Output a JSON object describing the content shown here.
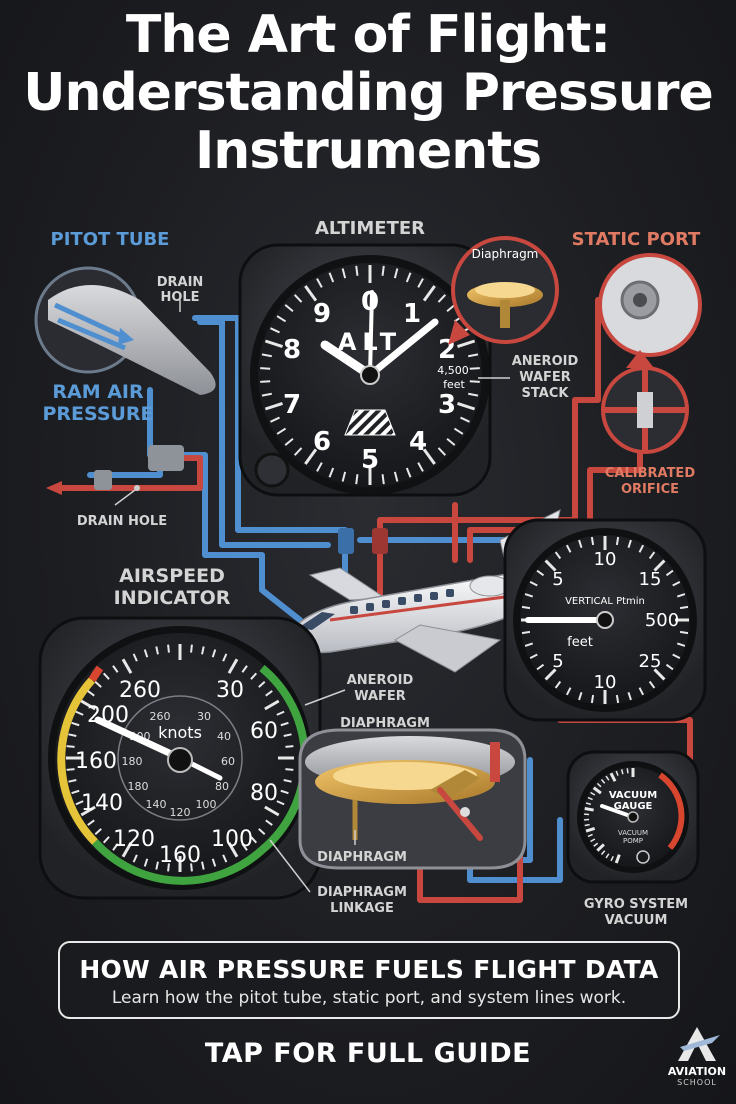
{
  "title": {
    "line1": "The Art of Flight:",
    "line2": "Understanding Pressure",
    "line3": "Instruments"
  },
  "labels": {
    "pitot_tube": "PITOT TUBE",
    "altimeter": "ALTIMETER",
    "static_port": "STATIC PORT",
    "drain_hole_top_1": "DRAIN",
    "drain_hole_top_2": "HOLE",
    "ram_air_1": "RAM AIR",
    "ram_air_2": "PRESSURE",
    "drain_hole_bottom": "DRAIN HOLE",
    "diaphragm_inset": "Diaphragm",
    "aneroid_wafer_stack_1": "ANEROID",
    "aneroid_wafer_stack_2": "WAFER",
    "aneroid_wafer_stack_3": "STACK",
    "calibrated_orifice_1": "CALIBRATED",
    "calibrated_orifice_2": "ORIFICE",
    "airspeed_indicator_1": "AIRSPEED",
    "airspeed_indicator_2": "INDICATOR",
    "aneroid_wafer_1": "ANEROID",
    "aneroid_wafer_2": "WAFER",
    "diaphragm_upper": "DIAPHRAGM",
    "diaphragm_lower": "DIAPHRAGM",
    "diaphragm_linkage_1": "DIAPHRAGM",
    "diaphragm_linkage_2": "LINKAGE",
    "gyro_system_1": "GYRO SYSTEM",
    "gyro_system_2": "VACUUM"
  },
  "altimeter": {
    "dial_numbers": [
      "0",
      "1",
      "2",
      "3",
      "4",
      "5",
      "6",
      "7",
      "8",
      "9"
    ],
    "face_text": "ALT",
    "readout_value": "4,500",
    "readout_unit": "feet"
  },
  "airspeed": {
    "outer_numbers": [
      "260",
      "30",
      "60",
      "80",
      "100",
      "160",
      "120",
      "140",
      "160",
      "200"
    ],
    "inner_numbers": [
      "260",
      "30",
      "40",
      "60",
      "80",
      "100",
      "120",
      "140",
      "180",
      "180",
      "200"
    ],
    "unit": "knots"
  },
  "vsi": {
    "numbers": [
      "10",
      "15",
      "500",
      "25",
      "10",
      "5",
      "5"
    ],
    "title": "VERTICAL Ptmin",
    "unit": "feet"
  },
  "vacuum": {
    "label_1": "VACUUM",
    "label_2": "GAUGE",
    "label_3": "VACUUM",
    "label_4": "POMP"
  },
  "banner": {
    "heading": "HOW AIR PRESSURE FUELS FLIGHT DATA",
    "subtext": "Learn how the pitot tube, static port, and system lines work."
  },
  "cta": "TAP FOR FULL GUIDE",
  "logo": {
    "name": "AVIATION",
    "sub": "SCHOOL"
  },
  "colors": {
    "pitot_line": "#4f8fd0",
    "static_line": "#c8483f",
    "label_blue": "#5b9bd8",
    "label_red": "#e07a63",
    "label_gray": "#d4d4d4"
  }
}
